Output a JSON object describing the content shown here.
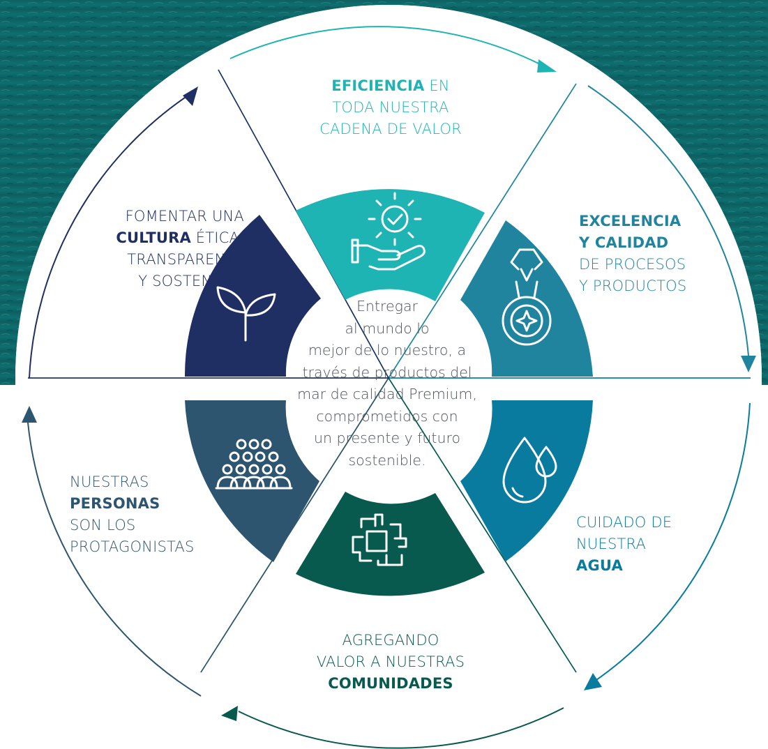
{
  "colors": {
    "teal": "#1fb4b4",
    "mid_blue": "#21849f",
    "sea_blue": "#087b9e",
    "dark_green": "#08594e",
    "slate": "#2e5570",
    "navy": "#1f2f63",
    "sea_background": "#0f6a6b"
  },
  "center": {
    "lines": [
      "Entregar",
      "al mundo lo",
      "mejor de lo nuestro, a",
      "través de productos del",
      "mar de calidad Premium,",
      "comprometidos con",
      "un presente y futuro",
      "sostenible."
    ]
  },
  "segments": {
    "eficiencia": {
      "icon": "gear-check-hand-icon",
      "lines": [
        [
          {
            "t": "EFICIENCIA",
            "b": true
          },
          {
            "t": " EN",
            "b": false
          }
        ],
        [
          {
            "t": "TODA NUESTRA",
            "b": false
          }
        ],
        [
          {
            "t": "CADENA DE VALOR",
            "b": false
          }
        ]
      ]
    },
    "excelencia": {
      "icon": "medal-icon",
      "lines": [
        [
          {
            "t": "EXCELENCIA",
            "b": true
          }
        ],
        [
          {
            "t": "Y CALIDAD",
            "b": true
          }
        ],
        [
          {
            "t": "DE PROCESOS",
            "b": false
          }
        ],
        [
          {
            "t": "Y PRODUCTOS",
            "b": false
          }
        ]
      ]
    },
    "agua": {
      "icon": "water-drops-icon",
      "lines": [
        [
          {
            "t": "CUIDADO DE",
            "b": false
          }
        ],
        [
          {
            "t": "NUESTRA",
            "b": false
          }
        ],
        [
          {
            "t": "AGUA",
            "b": true
          }
        ]
      ]
    },
    "comunidades": {
      "icon": "joined-hands-icon",
      "lines": [
        [
          {
            "t": "AGREGANDO",
            "b": false
          }
        ],
        [
          {
            "t": "VALOR A NUESTRAS",
            "b": false
          }
        ],
        [
          {
            "t": "COMUNIDADES",
            "b": true
          }
        ]
      ]
    },
    "personas": {
      "icon": "people-group-icon",
      "lines": [
        [
          {
            "t": "NUESTRAS",
            "b": false
          }
        ],
        [
          {
            "t": "PERSONAS",
            "b": true
          }
        ],
        [
          {
            "t": "SON LOS",
            "b": false
          }
        ],
        [
          {
            "t": "PROTAGONISTAS",
            "b": false
          }
        ]
      ]
    },
    "cultura": {
      "icon": "leaf-sprout-icon",
      "lines": [
        [
          {
            "t": "FOMENTAR UNA",
            "b": false
          }
        ],
        [
          {
            "t": "CULTURA",
            "b": true
          },
          {
            "t": " ÉTICA,",
            "b": false
          }
        ],
        [
          {
            "t": "TRANSPARENTE",
            "b": false
          }
        ],
        [
          {
            "t": "Y SOSTENIBLE",
            "b": false
          }
        ]
      ]
    }
  }
}
